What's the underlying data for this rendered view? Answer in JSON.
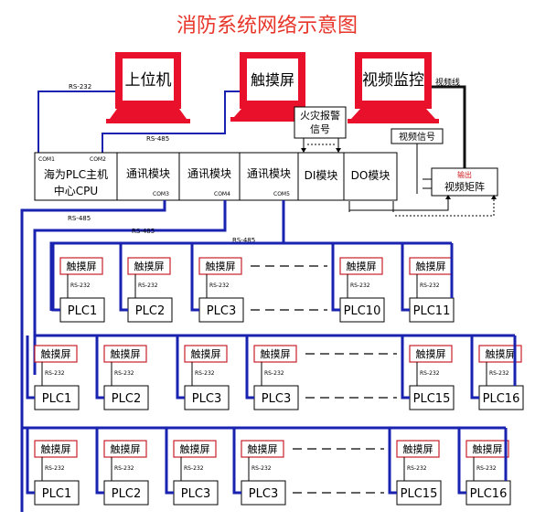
{
  "title": "消防系统网络示意图",
  "monitors": {
    "host": "上位机",
    "touch": "触摸屏",
    "video": "视频监控"
  },
  "cable_labels": {
    "rs232_top": "RS-232",
    "rs485_top": "RS-485",
    "rs485_a": "RS-485",
    "rs485_b": "RS-485",
    "rs485_c": "RS-485",
    "video_cable": "视频线"
  },
  "fire_alarm_box": [
    "火灾报警",
    "信号"
  ],
  "video_signal": "视频信号",
  "matrix": {
    "output": "输出",
    "label": "视频矩阵"
  },
  "main_rack": {
    "cpu_line1": "海为PLC主机",
    "cpu_line2": "中心CPU",
    "com1": "COM1",
    "com2": "COM2",
    "comm_module_1": "通讯模块",
    "comm_module_2": "通讯模块",
    "comm_module_3": "通讯模块",
    "com3": "COM3",
    "com4": "COM4",
    "com5": "COM5",
    "di": "DI模块",
    "do": "DO模块"
  },
  "node_labels": {
    "touch": "触摸屏",
    "rs232": "RS-232"
  },
  "rows": [
    [
      "PLC1",
      "PLC2",
      "PLC3",
      "PLC10",
      "PLC11"
    ],
    [
      "PLC1",
      "PLC2",
      "PLC3",
      "PLC3",
      "PLC15",
      "PLC16"
    ],
    [
      "PLC1",
      "PLC2",
      "PLC3",
      "PLC3",
      "PLC15",
      "PLC16"
    ]
  ],
  "colors": {
    "title": "#e8352a",
    "monitor_red": "#e8102a",
    "bus_blue": "#1a22b0",
    "touch_border": "#c8202a",
    "matrix_red": "#cc2020"
  }
}
